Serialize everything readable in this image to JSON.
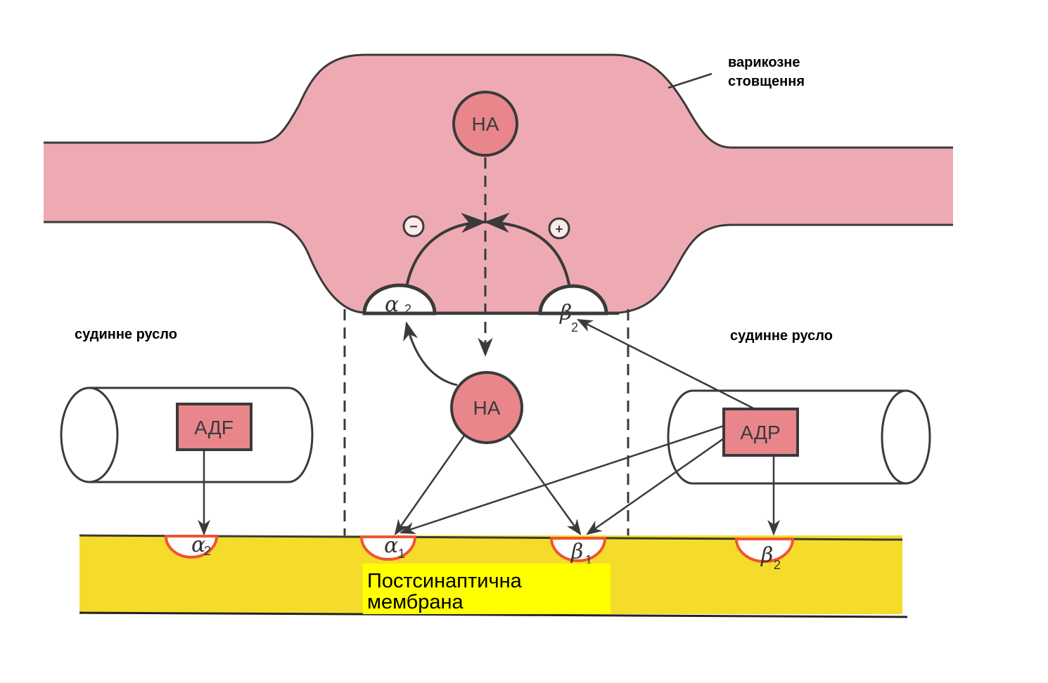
{
  "labels": {
    "varicose_line1": "варикозне",
    "varicose_line2": "стовщення",
    "vascular_bed_left": "судинне русло",
    "vascular_bed_right": "судинне русло",
    "postsynaptic_line1": "Постсинаптична",
    "postsynaptic_line2": "мембрана"
  },
  "molecules": {
    "na_vesicle": "НА",
    "na_cleft": "НА",
    "adf_left": "АДF",
    "adr_right": "АДР"
  },
  "receptors": {
    "presynaptic_alpha": {
      "symbol": "α",
      "subscript": "2"
    },
    "presynaptic_beta": {
      "symbol": "β",
      "subscript": "2"
    },
    "post_alpha2": {
      "symbol": "α",
      "subscript": "2"
    },
    "post_alpha1": {
      "symbol": "α",
      "subscript": "1"
    },
    "post_beta1": {
      "symbol": "β",
      "subscript": "1"
    },
    "post_beta2": {
      "symbol": "β",
      "subscript": "2"
    }
  },
  "feedback": {
    "negative": "−",
    "positive": "+"
  },
  "colors": {
    "varicosity_fill": "#eeaab2",
    "molecule_fill": "#e8868c",
    "membrane_fill": "#f5dc2a",
    "highlight_yellow": "#ffff00",
    "receptor_rim": "#ee5533",
    "stroke": "#3a3a3a"
  }
}
